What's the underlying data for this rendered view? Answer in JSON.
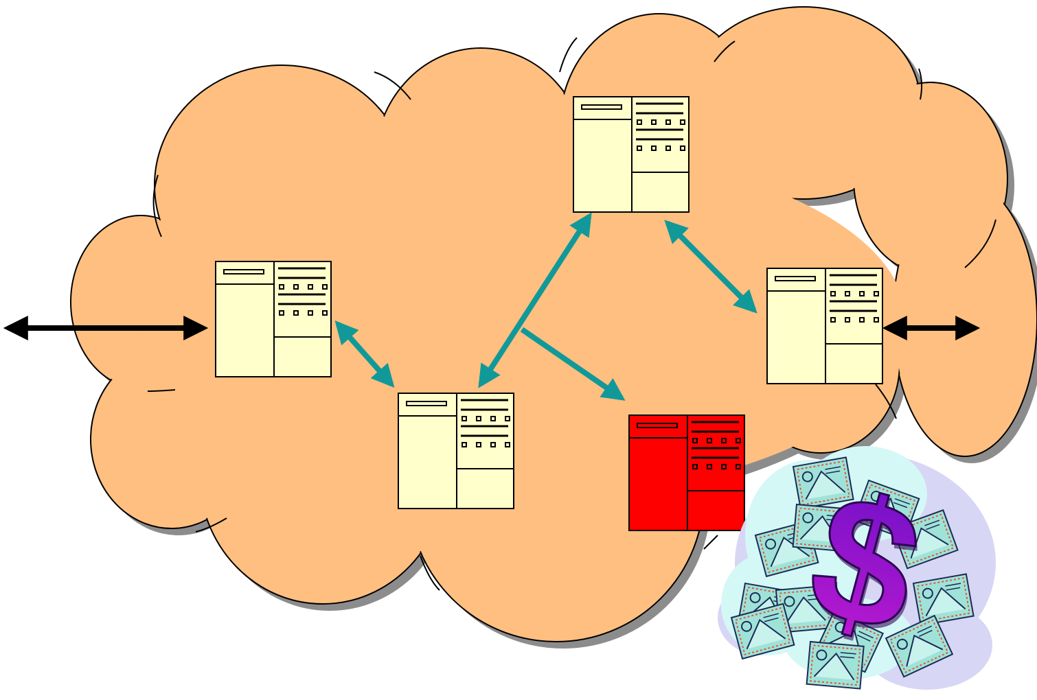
{
  "diagram": {
    "type": "network-cloud",
    "cloud_fill": "#FFBF80",
    "cloud_shadow": "#8C8C8C",
    "connector_color": "#119999",
    "external_arrow_color": "#000000",
    "node_color_normal": "#FFFFCC",
    "node_color_highlight": "#FF0000",
    "nodes": [
      {
        "id": "node-left",
        "state": "normal"
      },
      {
        "id": "node-center",
        "state": "normal"
      },
      {
        "id": "node-top",
        "state": "normal"
      },
      {
        "id": "node-right",
        "state": "normal"
      },
      {
        "id": "node-red",
        "state": "highlighted"
      }
    ],
    "connections": [
      {
        "from": "node-left",
        "to": "node-center",
        "style": "double-arrow"
      },
      {
        "from": "node-center",
        "to": "node-top",
        "style": "double-arrow"
      },
      {
        "from": "node-top",
        "to": "node-right",
        "style": "double-arrow"
      },
      {
        "from": "branch",
        "to": "node-red",
        "style": "single-arrow"
      }
    ],
    "external_links": [
      {
        "node": "node-left",
        "side": "left",
        "style": "double-arrow"
      },
      {
        "node": "node-right",
        "side": "right",
        "style": "double-arrow"
      }
    ],
    "clipart": {
      "icon": "money-dollar-clipart",
      "symbol": "$",
      "symbol_color": "#9A10C8",
      "bill_color": "#9FE3D8"
    }
  }
}
